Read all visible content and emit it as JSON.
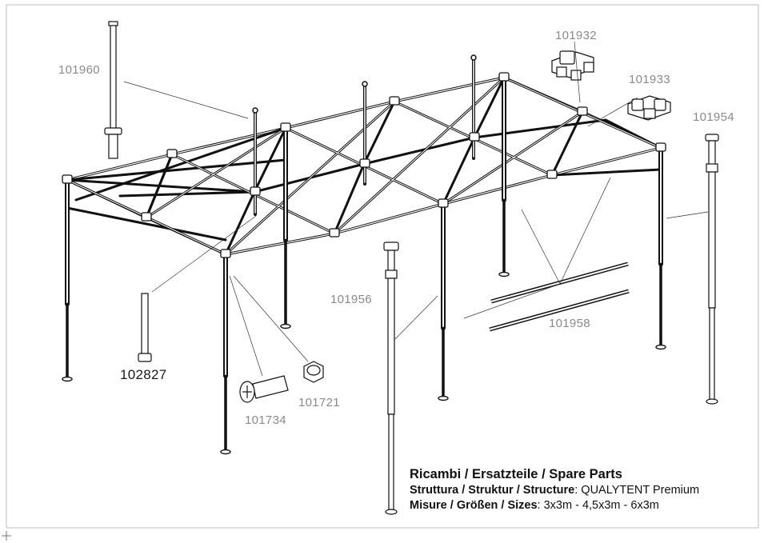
{
  "part_codes": {
    "leg_top": "101960",
    "corner_bracket": "101932",
    "side_bracket": "101933",
    "corner_leg": "101954",
    "side_leg": "101956",
    "truss_bar": "101958",
    "center_pole": "102827",
    "bolt": "101734",
    "nut": "101721"
  },
  "caption": {
    "title": "Ricambi / Ersatzteile / Spare Parts",
    "structure_label": "Struttura / Struktur /  Structure",
    "structure_value": ": QUALYTENT Premium",
    "sizes_label": "Misure / Größen / Sizes",
    "sizes_value": ":  3x3m - 4,5x3m - 6x3m"
  }
}
